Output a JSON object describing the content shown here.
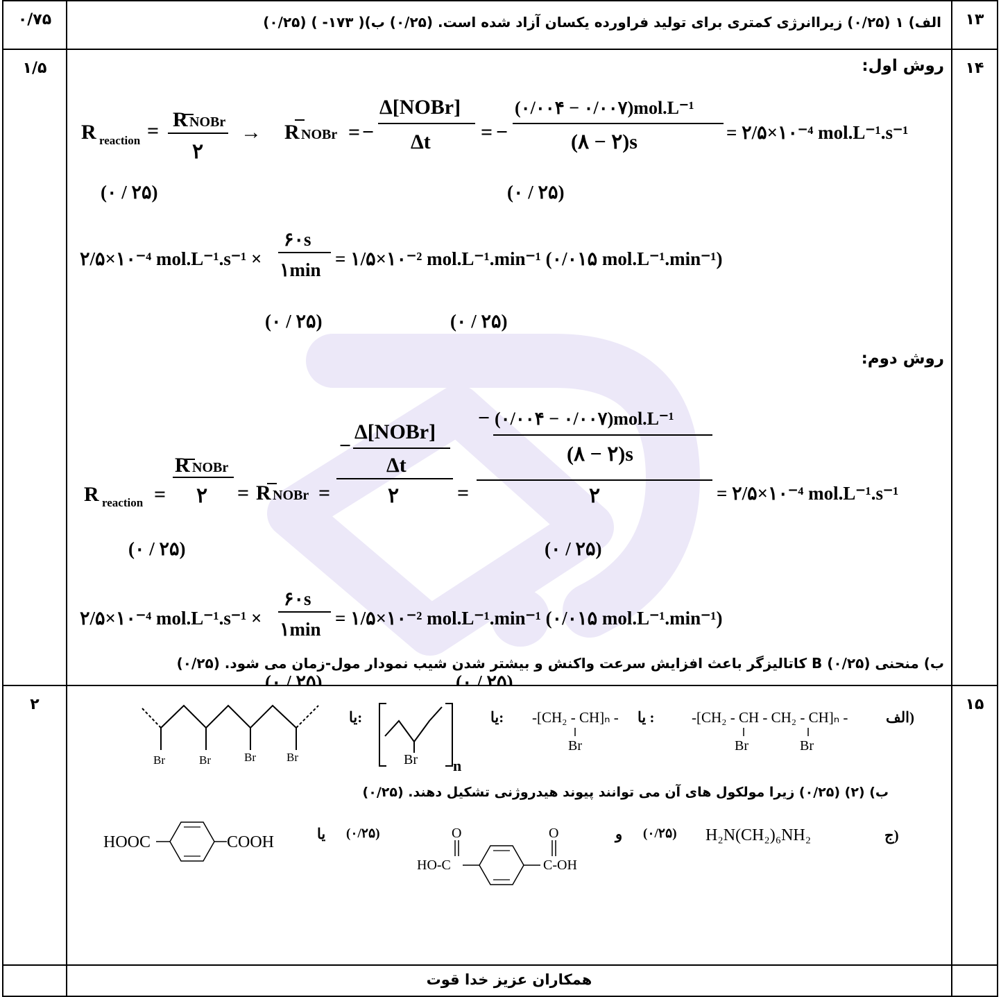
{
  "rows": {
    "q13": {
      "number": "۱۳",
      "score": "۰/۷۵",
      "text": "الف) ۱ (۰/۲۵) زیراانرژی کمتری برای تولید فراورده یکسان آزاد شده است. (۰/۲۵)        ب)( ۱۷۳- ) (۰/۲۵)"
    },
    "q14": {
      "number": "۱۴",
      "score": "۱/۵",
      "method1_title": "روش اول:",
      "method2_title": "روش دوم:",
      "part_b": "ب) منحنی B (۰/۲۵) کاتالیزگر باعث افزایش سرعت واکنش و بیشتر شدن شیب نمودار مول-زمان می شود. (۰/۲۵)",
      "equations": {
        "r_reaction": "R",
        "r_sub": "reaction",
        "r_nobr": "R",
        "nobr_sub": "NOBr",
        "two": "۲",
        "arrow": "→",
        "delta_nobr": "Δ[NOBr]",
        "delta_t": "Δt",
        "numerator": "(۰/۰۰۴ − ۰/۰۰۷)mol.L⁻¹",
        "denominator": "(۸ − ۲)s",
        "rate_result": "= ۲/۵×۱۰⁻⁴ mol.L⁻¹.s⁻¹",
        "conv_left": "۲/۵×۱۰⁻⁴ mol.L⁻¹.s⁻¹ ×",
        "conv_num": "۶۰s",
        "conv_den": "۱min",
        "conv_result": "= ۱/۵×۱۰⁻² mol.L⁻¹.min⁻¹  (۰/۰۱۵ mol.L⁻¹.min⁻¹)",
        "score_mark": "(۰ / ۲۵)",
        "eq_sign": "=",
        "minus": "−"
      }
    },
    "q15": {
      "number": "۱۵",
      "score": "۲",
      "part_a_label": "الف)",
      "or_label": "یا:",
      "or_label2": "یا :",
      "formula1": "-[CH₂ - CH - CH₂ - CH]ₙ -",
      "formula2": "-[CH₂ - CH]ₙ -",
      "br": "Br",
      "n": "n",
      "part_b": "ب)    (۲) (۰/۲۵)  زیرا مولکول های آن می توانند پیوند هیدروژنی تشکیل دهند. (۰/۲۵)",
      "part_c_label": "ج)",
      "diamine": "H₂N(CH₂)₆NH₂",
      "score_mark": "(۰/۲۵)",
      "and": "و",
      "or_plain": "یا",
      "o": "O",
      "hooc": "HOOC",
      "cooh": "COOH",
      "ho_c": "HO-C",
      "c_oh": "C-OH"
    },
    "footer": "همکاران عزیز خدا قوت"
  },
  "colors": {
    "watermark": "#ece8f8",
    "line": "#000000"
  }
}
